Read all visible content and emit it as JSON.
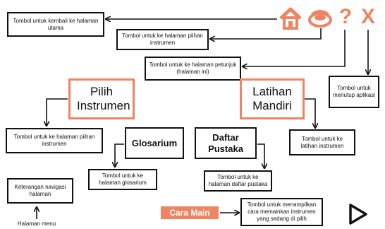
{
  "icons": {
    "home": "home-icon",
    "music": "music-icon",
    "help": "?",
    "close": "X",
    "play": "play-icon"
  },
  "colors": {
    "accent": "#ef8462",
    "line": "#111111"
  },
  "boxes": {
    "home_desc": "Tombol untuk kembali ke halaman utama",
    "music_desc": "Tombol untuk ke halaman piihan instrumen",
    "help_desc": "Tombol untuk ke halaman petunjuk (halaman ini)",
    "close_desc": "Tombol untuk menutup aplikasi",
    "pilih_desc": "Tombol untuk ke halaman piihan instrumen",
    "latihan_desc": "Tombol untuk ke latihan instrumen",
    "glosarium_desc": "Tombol untuk ke halaman glosarium",
    "daftar_desc": "Tombol untuk ke halaman daftar pustaka",
    "nav_desc": "Keterangan navigasi halaman",
    "cara_desc": "Tombol untuk menampilkan cara memainkan instrumen yang sedang di pilih"
  },
  "buttons": {
    "pilih": "Pilih Instrumen",
    "latihan": "Latihan Mandiri",
    "glosarium": "Glosarium",
    "daftar": "Daftar Pustaka",
    "cara_main": "Cara Main"
  },
  "labels": {
    "halaman_menu": "Halaman menu"
  }
}
